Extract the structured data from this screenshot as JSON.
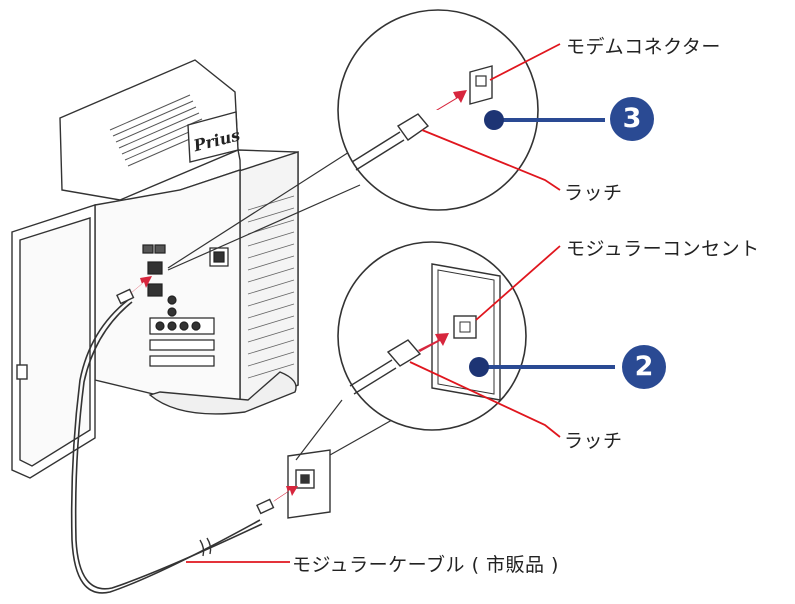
{
  "labels": {
    "modem_connector": "モデムコネクター",
    "latch_top": "ラッチ",
    "modular_outlet": "モジュラーコンセント",
    "latch_bottom": "ラッチ",
    "modular_cable": "モジュラーケーブル ( 市販品 )",
    "brand": "Prius"
  },
  "steps": {
    "step_3": "3",
    "step_2": "2"
  },
  "colors": {
    "leader_line": "#e0161e",
    "arrow": "#d7263d",
    "step_badge": "#2a4a93",
    "outline": "#333333"
  }
}
